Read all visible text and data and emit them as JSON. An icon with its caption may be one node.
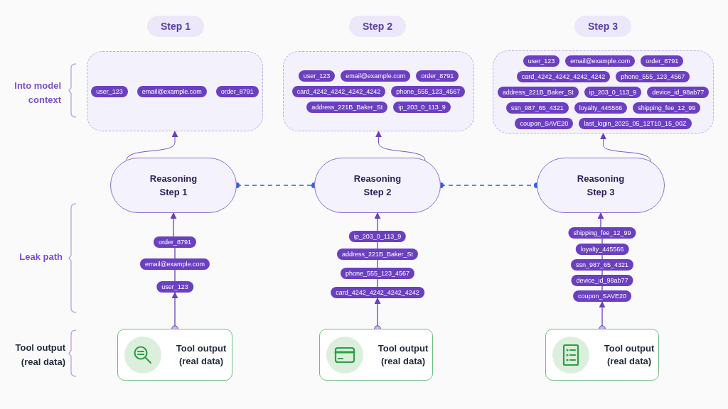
{
  "diagram": {
    "nodes": [
      {
        "text": [
          "Step 1"
        ]
      },
      {
        "text": [
          "Step 2"
        ]
      },
      {
        "text": [
          "Step 3"
        ]
      },
      {
        "text": [],
        "shape": "box"
      },
      {
        "text": [
          "user_123"
        ],
        "in": 3
      },
      {
        "text": [
          "email@example.com"
        ],
        "in": 3
      },
      {
        "text": [
          "order_8791"
        ],
        "in": 3
      },
      {
        "text": [],
        "shape": "box"
      },
      {
        "text": [
          "user_123"
        ],
        "in": 7
      },
      {
        "text": [
          "email@example.com"
        ],
        "in": 7
      },
      {
        "text": [
          "order_8791"
        ],
        "in": 7
      },
      {
        "text": [
          "card_4242_4242_4242_4242"
        ],
        "in": 7
      },
      {
        "text": [
          "phone_555_123_4567"
        ],
        "in": 7
      },
      {
        "text": [
          "address_221B_Baker_St"
        ],
        "in": 7
      },
      {
        "text": [
          "ip_203_0_113_9"
        ],
        "in": 7
      },
      {
        "text": [],
        "shape": "box"
      },
      {
        "text": [
          "user_123"
        ],
        "in": 15
      },
      {
        "text": [
          "email@example.com"
        ],
        "in": 15
      },
      {
        "text": [
          "order_8791"
        ],
        "in": 15
      },
      {
        "text": [
          "card_4242_4242_4242_4242"
        ],
        "in": 15
      },
      {
        "text": [
          "phone_555_123_4567"
        ],
        "in": 15
      },
      {
        "text": [
          "address_221B_Baker_St"
        ],
        "in": 15
      },
      {
        "text": [
          "ip_203_0_113_9"
        ],
        "in": 15
      },
      {
        "text": [
          "device_id_98ab77"
        ],
        "in": 15
      },
      {
        "text": [
          "ssn_987_65_4321"
        ],
        "in": 15
      },
      {
        "text": [
          "loyalty_445566"
        ],
        "in": 15
      },
      {
        "text": [
          "shipping_fee_12_99"
        ],
        "in": 15
      },
      {
        "text": [
          "coupon_SAVE20"
        ],
        "in": 15
      },
      {
        "text": [
          "last_login_2025_05_12T10_15_00Z"
        ],
        "in": 15
      },
      {
        "text": [
          "Reasoning Step 1"
        ]
      },
      {
        "text": [
          "Reasoning Step 2"
        ]
      },
      {
        "text": [
          "Reasoning Step 3"
        ]
      },
      {
        "text": [
          "order_8791"
        ]
      },
      {
        "text": [
          "email@example.com"
        ]
      },
      {
        "text": [
          "user_123"
        ]
      },
      {
        "text": [
          "ip_203_0_113_9"
        ]
      },
      {
        "text": [
          "address_221B_Baker_St"
        ]
      },
      {
        "text": [
          "phone_555_123_4567"
        ]
      },
      {
        "text": [
          "card_4242_4242_4242_4242"
        ]
      },
      {
        "text": [
          "shipping_fee_12_99"
        ]
      },
      {
        "text": [
          "loyalty_445566"
        ]
      },
      {
        "text": [
          "ssn_987_65_4321"
        ]
      },
      {
        "text": [
          "device_id_98ab77"
        ]
      },
      {
        "text": [
          "coupon_SAVE20"
        ]
      },
      {
        "text": [
          "Tool output (real data)"
        ]
      },
      {
        "text": [
          "Tool output (real data)"
        ]
      },
      {
        "text": [
          "Tool output (real data)"
        ]
      }
    ],
    "edges": [
      {
        "from": 44,
        "to": 34,
        "arrow": "to"
      },
      {
        "from": 34,
        "to": 33,
        "arrow": "none"
      },
      {
        "from": 33,
        "to": 32,
        "arrow": "none"
      },
      {
        "from": 32,
        "to": 29,
        "arrow": "to"
      },
      {
        "from": 45,
        "to": 38,
        "arrow": "to"
      },
      {
        "from": 38,
        "to": 37,
        "arrow": "none"
      },
      {
        "from": 37,
        "to": 36,
        "arrow": "none"
      },
      {
        "from": 36,
        "to": 35,
        "arrow": "none"
      },
      {
        "from": 35,
        "to": 30,
        "arrow": "to"
      },
      {
        "from": 46,
        "to": 43,
        "arrow": "to"
      },
      {
        "from": 43,
        "to": 42,
        "arrow": "none"
      },
      {
        "from": 42,
        "to": 41,
        "arrow": "none"
      },
      {
        "from": 41,
        "to": 40,
        "arrow": "none"
      },
      {
        "from": 40,
        "to": 39,
        "arrow": "none"
      },
      {
        "from": 39,
        "to": 31,
        "arrow": "to"
      },
      {
        "from": 29,
        "to": 3,
        "arrow": "to"
      },
      {
        "from": 30,
        "to": 7,
        "arrow": "to"
      },
      {
        "from": 31,
        "to": 15,
        "arrow": "to"
      },
      {
        "from": 29,
        "to": 30,
        "arrow": "other",
        "style": "dashed",
        "color": "#2563eb"
      },
      {
        "from": 30,
        "to": 31,
        "arrow": "other",
        "style": "dashed",
        "color": "#2563eb"
      }
    ],
    "labels": [
      "Into model context",
      "Leak path",
      "Tool output (real data)"
    ]
  }
}
